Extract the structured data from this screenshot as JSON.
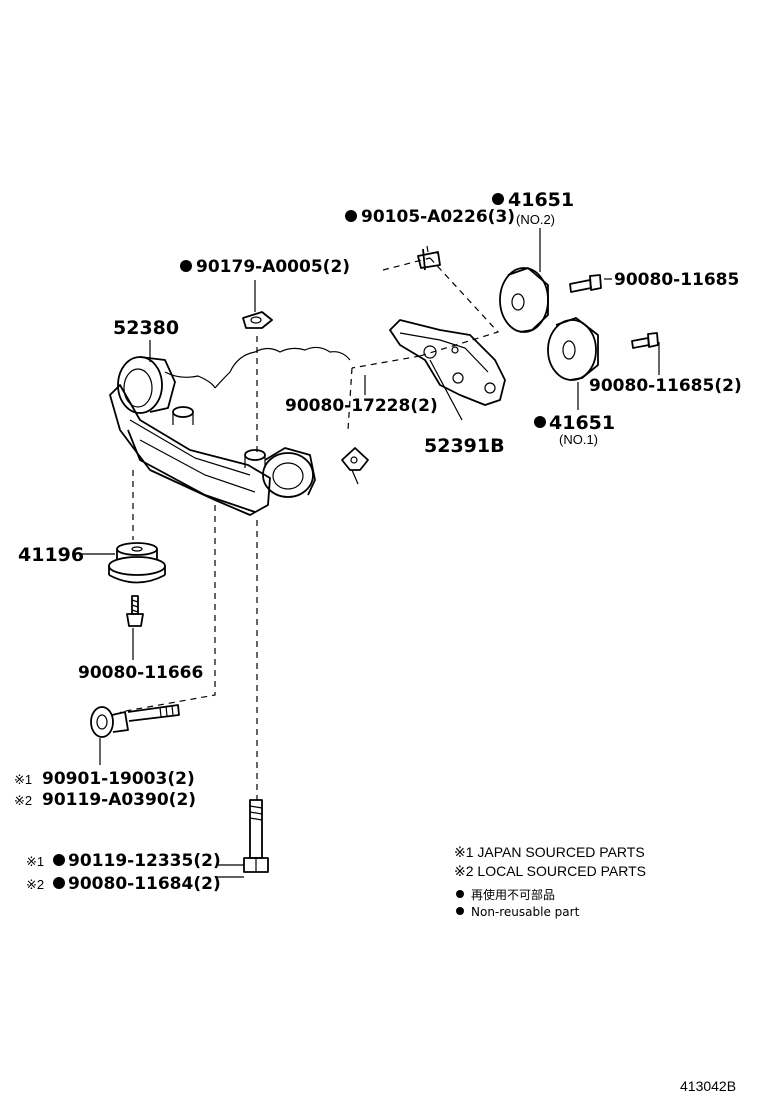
{
  "labels": {
    "p41651_no2": "41651",
    "no2": "(NO.2)",
    "p90105": "90105-A0226(3)",
    "p90179": "90179-A0005(2)",
    "p90080_11685_top": "90080-11685",
    "p52380": "52380",
    "p90080_11685_2": "90080-11685(2)",
    "p90080_17228": "90080-17228(2)",
    "p41651_no1": "41651",
    "no1": "(NO.1)",
    "p52391b": "52391B",
    "p41196": "41196",
    "p90080_11666": "90080-11666",
    "mark1": "※1",
    "mark2": "※2",
    "p90901": "90901-19003(2)",
    "p90119_a0390": "90119-A0390(2)",
    "p90119_12335": "90119-12335(2)",
    "p90080_11684": "90080-11684(2)"
  },
  "legend": {
    "japan": "※1 JAPAN SOURCED PARTS",
    "local": "※2 LOCAL SOURCED PARTS",
    "nonreuse_jp": "再使用不可部品",
    "nonreuse_en": "Non-reusable part"
  },
  "figure_ref": "413042B"
}
